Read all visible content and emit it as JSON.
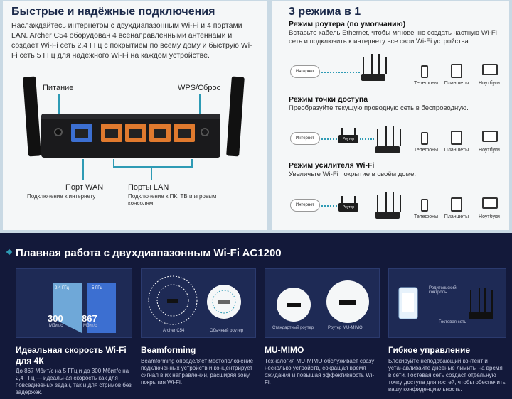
{
  "left": {
    "title": "Быстрые и надёжные подключения",
    "description": "Наслаждайтесь интернетом с двухдиапазонным Wi-Fi и 4 портами LAN. Archer C54 оборудован 4 всенаправленными антеннами и создаёт Wi-Fi сеть 2,4 ГГц с покрытием по всему дому и быструю Wi-Fi сеть 5 ГГц для надёжного Wi-Fi на каждом устройстве.",
    "power_label": "Питание",
    "wps_label": "WPS/Сброс",
    "wan_label": "Порт WAN",
    "wan_sub": "Подключение к интернету",
    "lan_label": "Порты LAN",
    "lan_sub": "Подключение к ПК, ТВ и игровым консолям"
  },
  "right": {
    "title": "3 режима в 1",
    "modes": [
      {
        "title": "Режим роутера (по умолчанию)",
        "description": "Вставьте кабель Ethernet, чтобы мгновенно создать частную Wi-Fi сеть и подключить к интернету все свои Wi-Fi устройства.",
        "internet": "Интернет",
        "router": ""
      },
      {
        "title": "Режим точки доступа",
        "description": "Преобразуйте текущую проводную сеть в беспроводную.",
        "internet": "Интернет",
        "router": "Роутер"
      },
      {
        "title": "Режим усилителя Wi-Fi",
        "description": "Увеличьте Wi-Fi покрытие в своём доме.",
        "internet": "Интернет",
        "router": "Роутер"
      }
    ],
    "devices": [
      "Телефоны",
      "Планшеты",
      "Ноутбуки"
    ]
  },
  "bottom": {
    "title": "Плавная работа с двухдиапазонным Wi-Fi AC1200",
    "cards": [
      {
        "band_24": "2,4 ГГц",
        "band_5": "5 ГГц",
        "speed_24": "300",
        "speed_5": "867",
        "unit": "Мбит/с",
        "title": "Идеальная скорость Wi-Fi для 4К",
        "desc": "До 867 Мбит/с на 5 ГГц и до 300 Мбит/с на 2,4 ГГц — идеальная скорость как для повседневных задач, так и для стримов без задержек."
      },
      {
        "cap1": "Archer C54",
        "cap2": "Обычный роутер",
        "title": "Beamforming",
        "desc": "Beamforming определяет местоположение подключённых устройств и концентрирует сигнал в их направлении, расширяя зону покрытия Wi-Fi."
      },
      {
        "cap1": "Стандартный роутер",
        "cap2": "Роутер MU-MIMO",
        "title": "MU-MIMO",
        "desc": "Технология MU-MIMO обслуживает сразу несколько устройств, сокращая время ожидания и повышая эффективность Wi-Fi."
      },
      {
        "cap1": "Родительский контроль",
        "cap2": "Гостевая сеть",
        "title": "Гибкое управление",
        "desc": "Блокируйте неподобающий контент и устанавливайте дневные лимиты на время в сети. Гостевая сеть создаст отдельную точку доступа для гостей, чтобы обеспечить вашу конфиденциальность."
      }
    ]
  },
  "colors": {
    "accent": "#2e9bb5",
    "dark_bg": "#13193a",
    "wan_port": "#3c6fd1",
    "lan_port": "#e07a2e"
  }
}
